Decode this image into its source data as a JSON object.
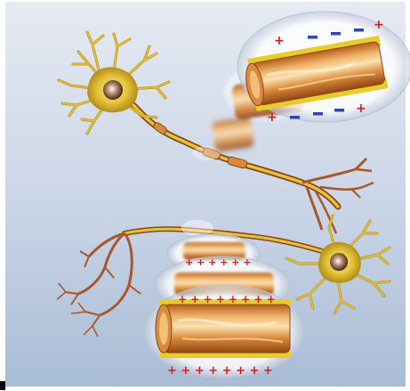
{
  "figure": {
    "neurons": [
      {
        "name": "upper-neuron"
      },
      {
        "name": "lower-neuron"
      }
    ],
    "axon_zoom_groups": [
      {
        "name": "upper-zoom",
        "segments": 3,
        "top_charges": "+ − − −",
        "bottom_charges": "+ − − − − +"
      },
      {
        "name": "lower-zoom",
        "segments": 3,
        "charges": "+ + + + + + + +"
      }
    ],
    "colors": {
      "background_top": "#e6eaf2",
      "background_bottom": "#a9bcd6",
      "soma": "#e4c43a",
      "nucleus": "#6b3a24",
      "axon": "#a8582a",
      "myelin": "#d88a3a",
      "membrane": "#e6cc2c",
      "positive": "#e01818",
      "negative": "#2a46b8"
    }
  }
}
